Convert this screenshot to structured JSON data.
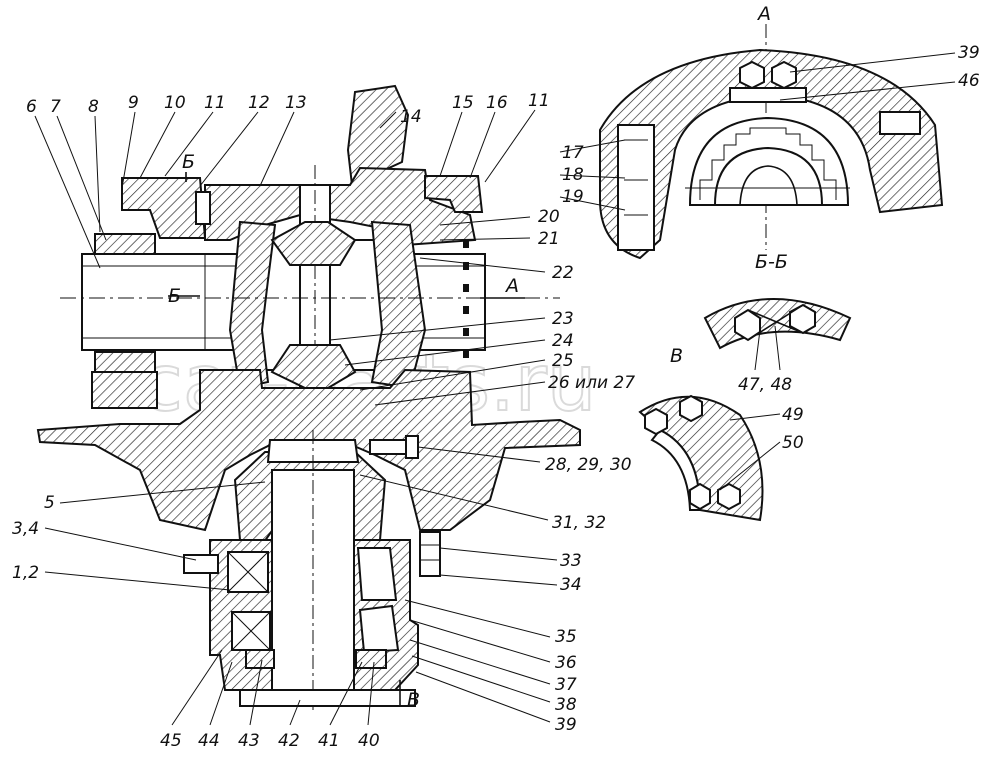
{
  "watermark": "cat-parts.ru",
  "view_labels": {
    "view_a": "A",
    "section_bb": "Б-Б",
    "view_v": "В",
    "cut_b": "Б",
    "cut_a": "А",
    "bottom_v": "В"
  },
  "callouts": {
    "n6": "6",
    "n7": "7",
    "n8": "8",
    "n9": "9",
    "n10": "10",
    "n11a": "11",
    "n12": "12",
    "n13": "13",
    "n14": "14",
    "n15": "15",
    "n16": "16",
    "n11b": "11",
    "n17": "17",
    "n18": "18",
    "n19": "19",
    "n20": "20",
    "n21": "21",
    "n22": "22",
    "n23": "23",
    "n24": "24",
    "n25": "25",
    "n26": "26 или 27",
    "n28": "28, 29, 30",
    "n31": "31, 32",
    "n33": "33",
    "n34": "34",
    "n35": "35",
    "n36": "36",
    "n37": "37",
    "n38": "38",
    "n39b": "39",
    "n5": "5",
    "n34l": "3,4",
    "n12l": "1,2",
    "n45": "45",
    "n44": "44",
    "n43": "43",
    "n42": "42",
    "n41": "41",
    "n40": "40",
    "n39": "39",
    "n46": "46",
    "n47": "47, 48",
    "n49": "49",
    "n50": "50"
  },
  "icons": [
    "hex-bolt-icon",
    "spline-gear-icon",
    "cross-mark-icon"
  ]
}
